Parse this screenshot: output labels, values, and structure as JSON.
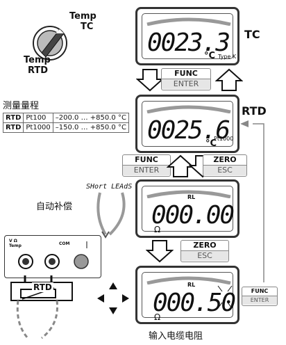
{
  "rotary_switch": {
    "label_temp_top": "Temp",
    "label_tc": "TC",
    "label_temp_bottom": "Temp",
    "label_rtd": "RTD"
  },
  "displays": [
    {
      "value": "0023.3",
      "unit": "°C",
      "sub": "Type K",
      "tag": "TC"
    },
    {
      "value": "0025.6",
      "unit": "°C",
      "sub": "Pt1000",
      "tag": "RTD"
    },
    {
      "value": "000.00",
      "unit": "Ω",
      "sub": "RL"
    },
    {
      "value": "000.50",
      "unit": "Ω",
      "sub": "RL"
    }
  ],
  "buttons": {
    "func_enter_1": {
      "top": "FUNC",
      "bottom": "ENTER"
    },
    "func_enter_2": {
      "top": "FUNC",
      "bottom": "ENTER"
    },
    "zero_esc_1": {
      "top": "ZERO",
      "bottom": "ESC"
    },
    "zero_esc_2": {
      "top": "ZERO",
      "bottom": "ESC"
    },
    "func_enter_side": {
      "top": "FUNC",
      "bottom": "ENTER"
    }
  },
  "range_table": {
    "title": "测量量程",
    "rows": [
      [
        "RTD",
        "Pt100",
        "–200.0 … +850.0 °C"
      ],
      [
        "RTD",
        "Pt1000",
        "–150.0 … +850.0 °C"
      ]
    ]
  },
  "labels": {
    "auto_comp": "自动补偿",
    "short_leads": "SHort LEAdS",
    "input_cable": "输入电缆电阻",
    "rtd_sensor": "RTD",
    "jack_vohm": "V Ω",
    "jack_temp": "Temp",
    "jack_com": "COM"
  },
  "colors": {
    "lcd_border": "#333333",
    "button_bottom_bg": "#e6e6e6",
    "arrow_gray": "#777777"
  }
}
